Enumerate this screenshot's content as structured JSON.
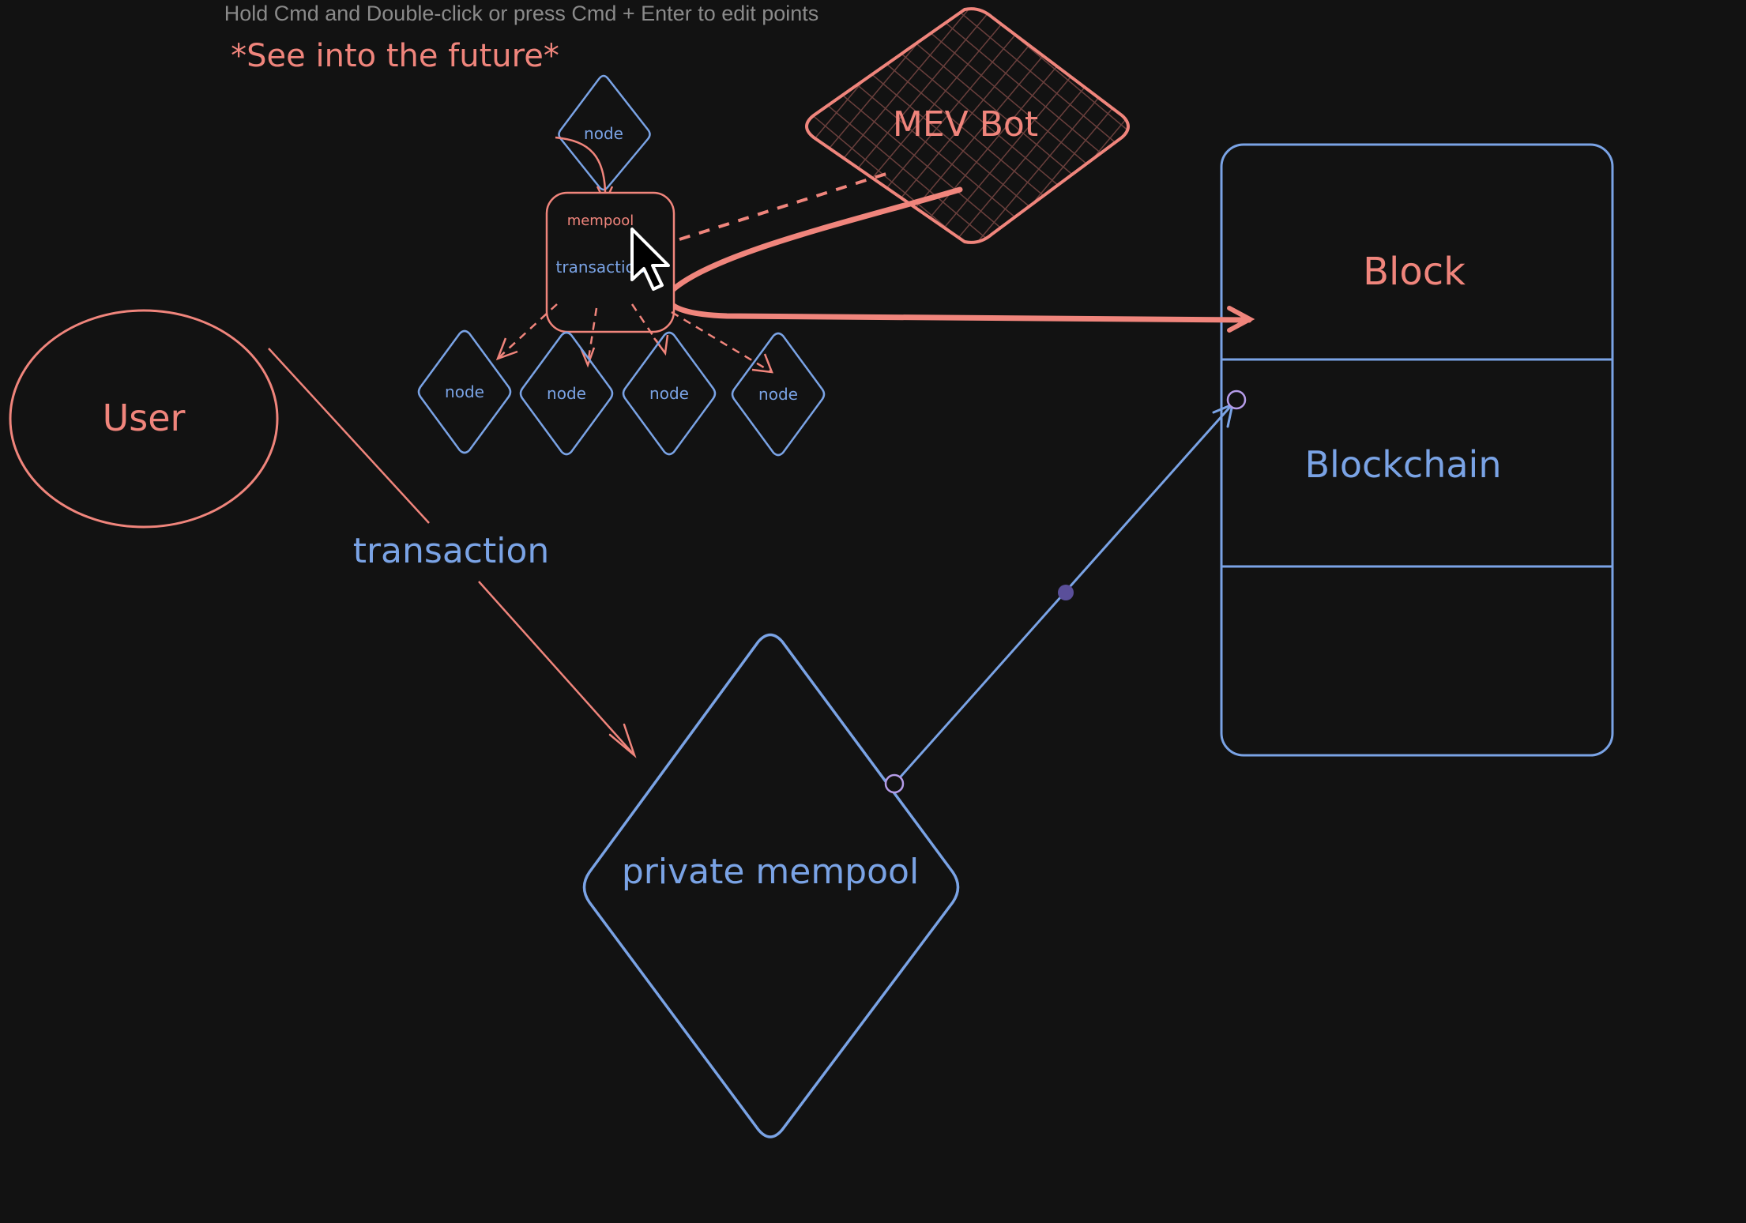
{
  "app": "Excalidraw canvas",
  "colors": {
    "background": "#121212",
    "red": "#f0857c",
    "blue": "#7aa3e5",
    "hint": "#8a8a8a",
    "hatch": "#5a3a38",
    "handle": "#b59ce8"
  },
  "hint_text": "Hold Cmd and Double-click or press Cmd + Enter to edit points",
  "annotation": "*See into the future*",
  "shapes": {
    "user": {
      "label": "User"
    },
    "transaction_label": "transaction",
    "private_mempool": {
      "label": "private mempool"
    },
    "mev_bot": {
      "label": "MEV Bot"
    },
    "mempool_box": {
      "label_top": "mempool",
      "label_bottom": "transaction"
    },
    "top_node": {
      "label": "node"
    },
    "nodes": [
      {
        "label": "node"
      },
      {
        "label": "node"
      },
      {
        "label": "node"
      },
      {
        "label": "node"
      }
    ],
    "chain": {
      "block_label": "Block",
      "blockchain_label": "Blockchain"
    }
  },
  "cursor": {
    "icon": "arrow-cursor-icon"
  }
}
